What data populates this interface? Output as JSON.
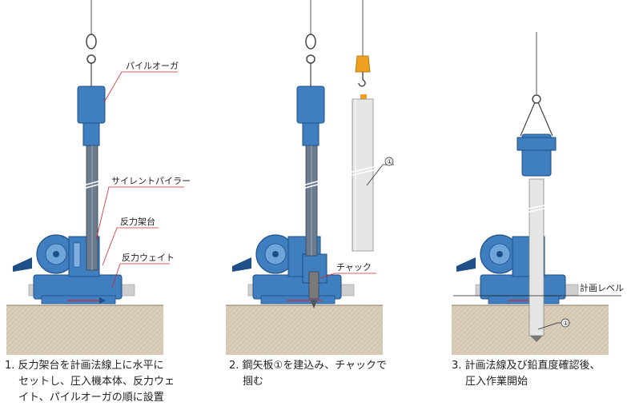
{
  "labels": {
    "pile_auger": "パイルオーガ",
    "silent_piler": "サイレントパイラー",
    "reaction_stand": "反力架台",
    "reaction_weight": "反力ウェイト",
    "chuck": "チャック",
    "plan_level": "計画レベル",
    "sheet_pile_number": "①"
  },
  "steps": [
    {
      "lines": [
        "1. 反力架台を計画法線上に水平に",
        "セットし、圧入機本体、反力ウェ",
        "イト、パイルオーガの順に設置"
      ]
    },
    {
      "lines": [
        "2. 鋼矢板①を建込み、チャックで",
        "掴む"
      ]
    },
    {
      "lines": [
        "3. 計画法線及び鉛直度確認後、",
        "圧入作業開始"
      ]
    }
  ],
  "colors": {
    "machine_blue": "#3f7fc0",
    "machine_dark": "#1f4f86",
    "ground": "#d9ccb8",
    "sheet_pile": "#e6e6e6",
    "leader_red": "#d8262b",
    "hook_orange": "#f0a020"
  }
}
